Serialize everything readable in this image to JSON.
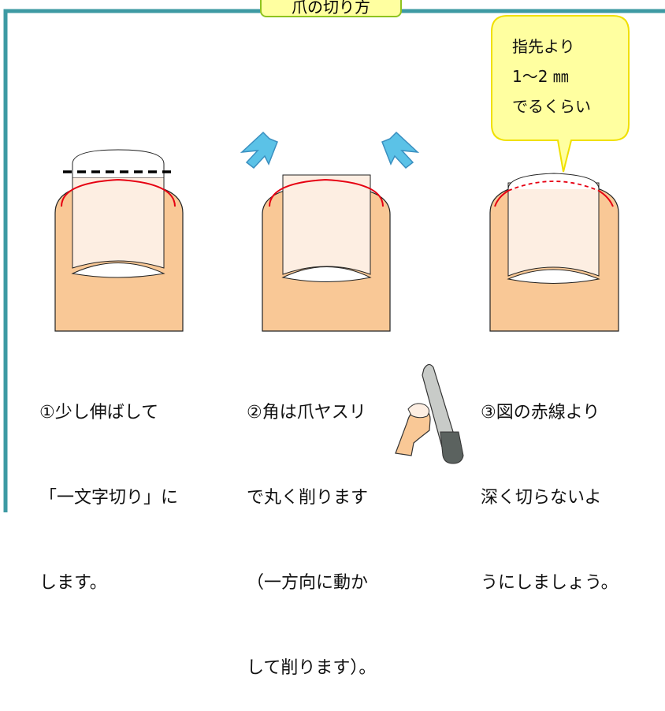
{
  "title": "爪の切り方",
  "colors": {
    "frame": "#3d9aa3",
    "finger": "#f9c896",
    "nail": "#fdeee2",
    "red_line": "#e60012",
    "arrow": "#5bc2e7",
    "bubble_fill": "#ffffa0",
    "bubble_border": "#f0e000",
    "title_border": "#8fc31f"
  },
  "bubble": {
    "lines": [
      "指先より",
      "1～2 ㎜",
      "でるくらい"
    ]
  },
  "steps": [
    {
      "lines": [
        "①少し伸ばして",
        "「一文字切り」に",
        "します。"
      ]
    },
    {
      "lines": [
        "②角は爪ヤスリ",
        "で丸く削ります",
        "（一方向に動か",
        "して削ります）。"
      ]
    },
    {
      "lines": [
        "③図の赤線より",
        "深く切らないよ",
        "うにしましょう。"
      ]
    }
  ]
}
